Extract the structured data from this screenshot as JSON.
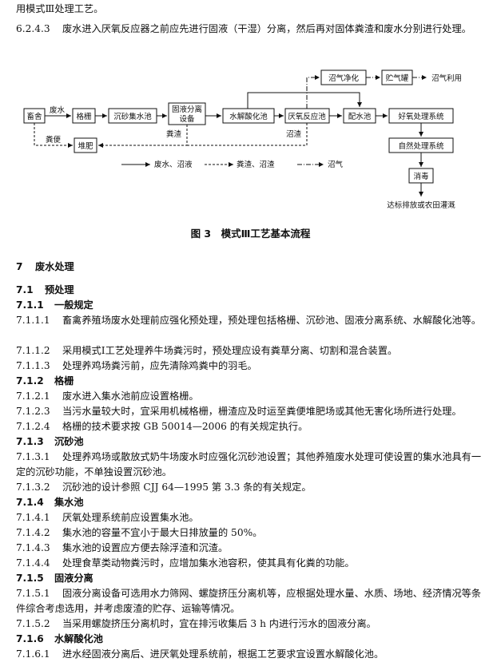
{
  "intro_line": "用模式Ⅲ处理工艺。",
  "clause_6243": {
    "num": "6.2.4.3",
    "text": "废水进入厌氧反应器之前应先进行固液（干湿）分离，然后再对固体粪渣和废水分别进行处理。"
  },
  "diagram": {
    "boxes": {
      "animal_house": "畜舍",
      "grille": "格栅",
      "grit_tank": "沉砂集水池",
      "solid_liquid_line1": "固液分离",
      "solid_liquid_line2": "设备",
      "hydrolysis": "水解酸化池",
      "anaerobic": "厌氧反应池",
      "mixing": "配水池",
      "aerobic": "好氧处理系统",
      "natural": "自然处理系统",
      "disinfection": "消毒",
      "compost": "堆肥",
      "biogas_purify": "沼气净化",
      "gas_tank": "贮气罐"
    },
    "labels": {
      "wastewater": "废水",
      "manure": "粪便",
      "dung_residue": "粪渣",
      "biogas_residue": "沼渣",
      "biogas_use": "沼气利用",
      "outfall": "达标排放或农田灌溉"
    },
    "legend": {
      "solid": "废水、沼液",
      "dashed": "粪渣、沼渣",
      "dashdot": "沼气"
    }
  },
  "caption": "图 3　模式Ⅲ工艺基本流程",
  "section7": {
    "num": "7",
    "title": "废水处理"
  },
  "h71": {
    "num": "7.1",
    "title": "预处理"
  },
  "h711": {
    "num": "7.1.1",
    "title": "一般规定"
  },
  "c7111": {
    "num": "7.1.1.1",
    "text": "畜禽养殖场废水处理前应强化预处理，预处理包括格栅、沉砂池、固液分离系统、水解酸化池等。"
  },
  "c7112": {
    "num": "7.1.1.2",
    "text": "采用模式Ⅰ工艺处理养牛场粪污时，预处理应设有粪草分离、切割和混合装置。"
  },
  "c7113": {
    "num": "7.1.1.3",
    "text": "处理养鸡场粪污前，应先清除鸡粪中的羽毛。"
  },
  "h712": {
    "num": "7.1.2",
    "title": "格栅"
  },
  "c7121": {
    "num": "7.1.2.1",
    "text": "废水进入集水池前应设置格栅。"
  },
  "c7122": {
    "num": "7.1.2.3",
    "text": "当污水量较大时，宜采用机械格栅，栅渣应及时运至粪便堆肥场或其他无害化场所进行处理。"
  },
  "c7124": {
    "num": "7.1.2.4",
    "text": "格栅的技术要求按 GB 50014—2006 的有关规定执行。"
  },
  "h713": {
    "num": "7.1.3",
    "title": "沉砂池"
  },
  "c7131": {
    "num": "7.1.3.1",
    "text": "处理养鸡场或散放式奶牛场废水时应强化沉砂池设置；其他养殖废水处理可使设置的集水池具有一定的沉砂功能，不单独设置沉砂池。"
  },
  "c7132": {
    "num": "7.1.3.2",
    "text": "沉砂池的设计参照 CJJ 64—1995 第 3.3 条的有关规定。"
  },
  "h714": {
    "num": "7.1.4",
    "title": "集水池"
  },
  "c7141": {
    "num": "7.1.4.1",
    "text": "厌氧处理系统前应设置集水池。"
  },
  "c7142": {
    "num": "7.1.4.2",
    "text": "集水池的容量不宜小于最大日排放量的 50%。"
  },
  "c7143": {
    "num": "7.1.4.3",
    "text": "集水池的设置应方便去除浮渣和沉渣。"
  },
  "c7144": {
    "num": "7.1.4.4",
    "text": "处理食草类动物粪污时，应增加集水池容积，使其具有化粪的功能。"
  },
  "h715": {
    "num": "7.1.5",
    "title": "固液分离"
  },
  "c7151": {
    "num": "7.1.5.1",
    "text": "固液分离设备可选用水力筛网、螺旋挤压分离机等，应根据处理水量、水质、场地、经济情况等条件综合考虑选用，并考虑废渣的贮存、运输等情况。"
  },
  "c7152": {
    "num": "7.1.5.2",
    "text": "当采用螺旋挤压分离机时，宜在排污收集后 3 h 内进行污水的固液分离。"
  },
  "h716": {
    "num": "7.1.6",
    "title": "水解酸化池"
  },
  "c7161": {
    "num": "7.1.6.1",
    "text": "进水经固液分离后、进厌氧处理系统前，根据工艺要求宜设置水解酸化池。"
  }
}
